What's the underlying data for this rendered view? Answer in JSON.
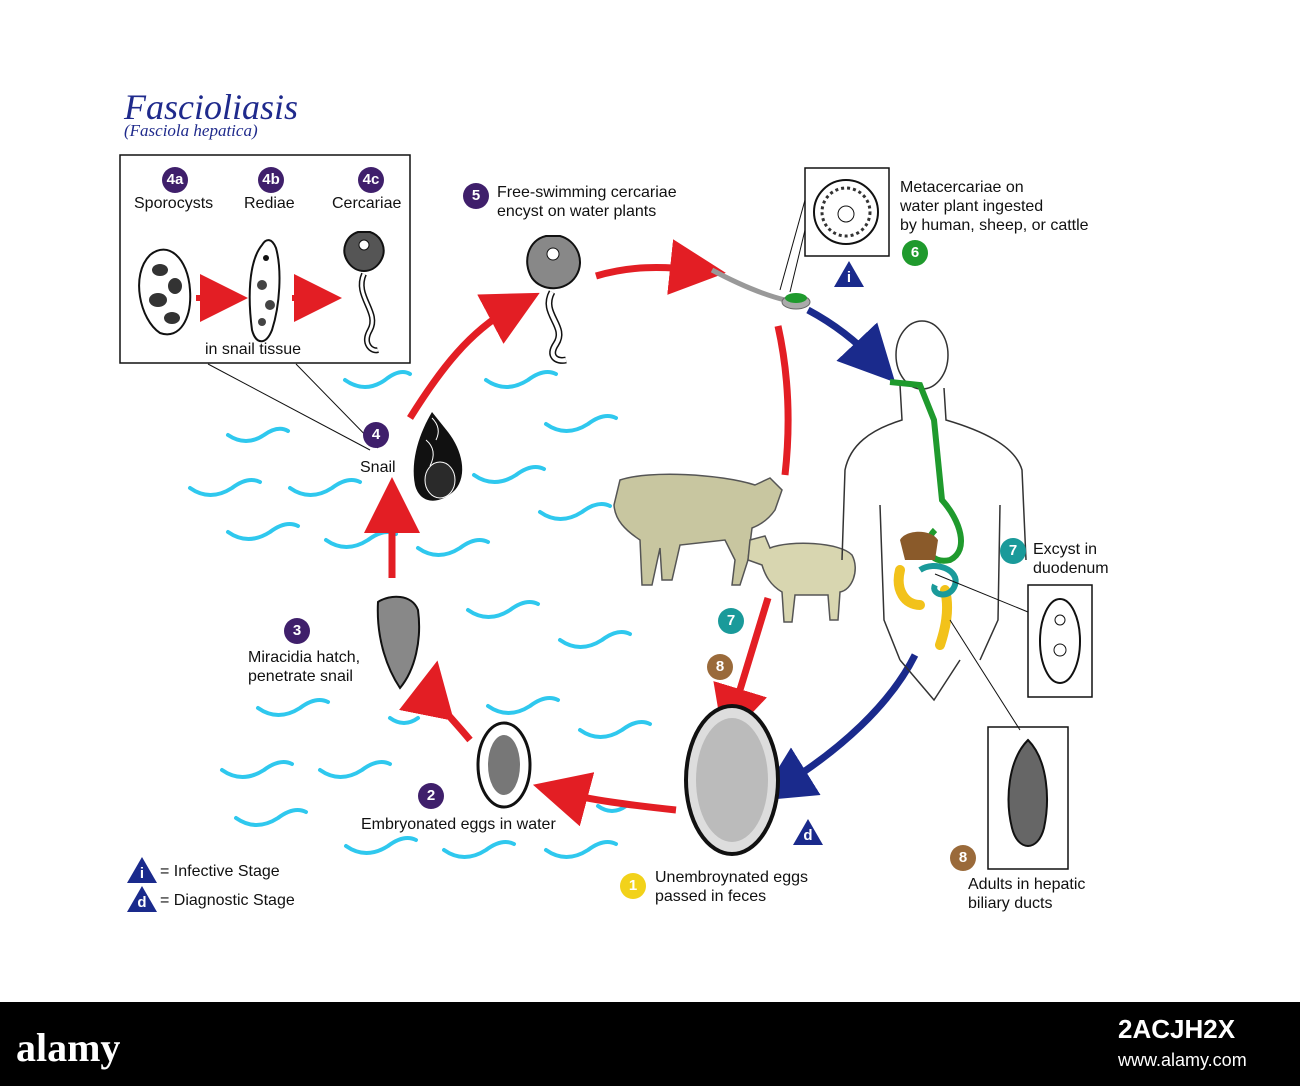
{
  "title": "Fascioliasis",
  "subtitle": "(Fasciola hepatica)",
  "colors": {
    "purple": "#3f1f6b",
    "green": "#1f9a2d",
    "teal": "#1a9a9a",
    "brown": "#9a6a3a",
    "yellow": "#f2d21a",
    "navy": "#1a2a8c",
    "red": "#e31e24",
    "water": "#2fc8ee"
  },
  "inset_box": {
    "stages": [
      {
        "num": "4a",
        "label": "Sporocysts"
      },
      {
        "num": "4b",
        "label": "Rediae"
      },
      {
        "num": "4c",
        "label": "Cercariae"
      }
    ],
    "caption": "in snail tissue"
  },
  "steps": {
    "s1": {
      "num": "1",
      "text": "Unembroynated eggs\npassed in feces"
    },
    "s2": {
      "num": "2",
      "text": "Embryonated eggs in water"
    },
    "s3": {
      "num": "3",
      "text": "Miracidia hatch,\npenetrate snail"
    },
    "s4": {
      "num": "4",
      "text": "Snail"
    },
    "s5": {
      "num": "5",
      "text": "Free-swimming cercariae\nencyst on water plants"
    },
    "s6": {
      "num": "6",
      "text": "Metacercariae on\nwater plant ingested\nby human, sheep, or cattle"
    },
    "s7": {
      "num": "7",
      "text": "Excyst in\nduodenum"
    },
    "s7b": {
      "num": "7"
    },
    "s8": {
      "num": "8",
      "text": "Adults in hepatic\nbiliary ducts"
    },
    "s8b": {
      "num": "8"
    }
  },
  "legend": {
    "infective": {
      "symbol": "i",
      "text": "= Infective Stage"
    },
    "diagnostic": {
      "symbol": "d",
      "text": "= Diagnostic Stage"
    }
  },
  "markers": {
    "infective": "i",
    "diagnostic": "d"
  },
  "footer": {
    "brand": "alamy",
    "code": "2ACJH2X",
    "url": "www.alamy.com"
  }
}
